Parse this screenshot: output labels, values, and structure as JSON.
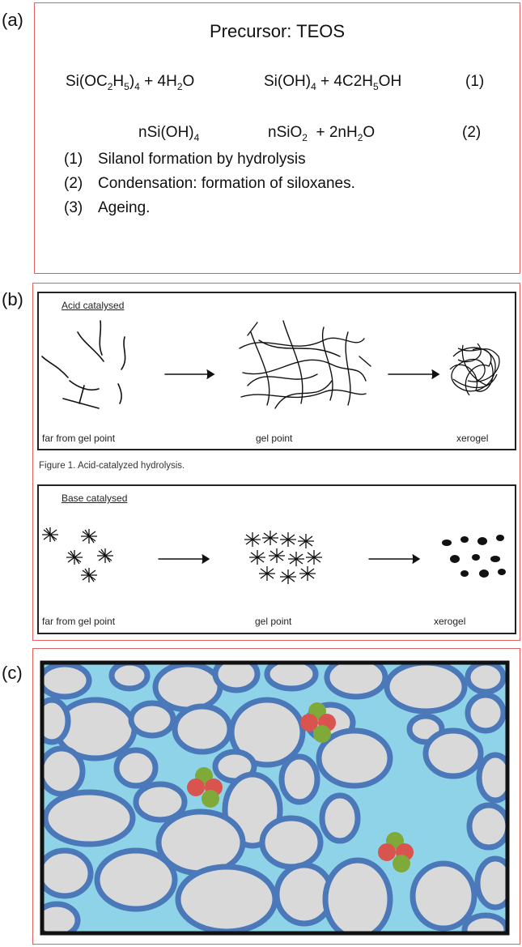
{
  "panels": {
    "a": {
      "letter": "(a)",
      "title": "Precursor: TEOS",
      "eq1_left": "Si(OC2H5)4 + 4H2O",
      "eq1_right": "Si(OH)4 + 4C2H5OH",
      "eq1_num": "(1)",
      "eq2_left": "nSi(OH)4",
      "eq2_right": "nSiO2 + 2nH2O",
      "eq2_num": "(2)",
      "steps": [
        {
          "num": "(1)",
          "text": "Silanol formation by hydrolysis"
        },
        {
          "num": "(2)",
          "text": "Condensation: formation of siloxanes."
        },
        {
          "num": "(3)",
          "text": "Ageing."
        }
      ]
    },
    "b": {
      "letter": "(b)",
      "acid_title": "Acid catalysed",
      "base_title": "Base catalysed",
      "caption": "Figure 1. Acid-catalyzed hydrolysis.",
      "stages": [
        "far from gel point",
        "gel point",
        "xerogel"
      ]
    },
    "c": {
      "letter": "(c)"
    }
  },
  "colors": {
    "frame": "#e06060",
    "matrix": "#8ed3e8",
    "particle_fill": "#d9d9d9",
    "particle_stroke": "#4a78b8",
    "dopant_red": "#d9534f",
    "dopant_green": "#7faa3a"
  }
}
